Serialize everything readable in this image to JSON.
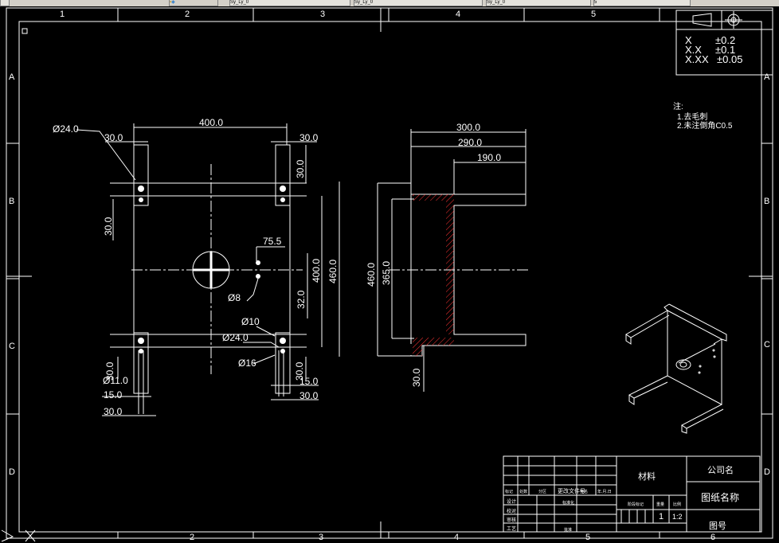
{
  "taskbar": {
    "items": [
      {
        "label": ""
      },
      {
        "label": "Sy_Ly_0"
      },
      {
        "label": "Sy_Ly_0"
      },
      {
        "label": "Sy_Ly_0"
      },
      {
        "label": "5"
      }
    ]
  },
  "frame": {
    "col_top": [
      "1",
      "2",
      "3",
      "4",
      "5"
    ],
    "col_bottom": [
      "2",
      "3",
      "4",
      "5",
      "6"
    ],
    "rows": [
      "A",
      "B",
      "C",
      "D"
    ]
  },
  "tolerance": {
    "rows": [
      {
        "fmt": "X",
        "tol": "±0.2"
      },
      {
        "fmt": "X.X",
        "tol": "±0.1"
      },
      {
        "fmt": "X.XX",
        "tol": "±0.05"
      }
    ]
  },
  "notes": {
    "title": "注:",
    "lines": [
      "1.去毛刺",
      "2.未注倒角C0.5"
    ]
  },
  "front": {
    "dims": {
      "d_24_top": "Ø24.0",
      "w_400": "400.0",
      "w_30_left": "30.0",
      "w_30_right": "30.0",
      "v_30_right": "30.0",
      "v_30_left": "30.0",
      "d_75": "75.5",
      "v_400": "400.0",
      "v_460": "460.0",
      "v_32": "32.0",
      "d_8": "Ø8",
      "d_10": "Ø10",
      "d_24_bot": "Ø24.0",
      "d_16": "Ø16",
      "v_30_bl": "30.0",
      "d_11": "Ø11.0",
      "w_15_l": "15.0",
      "w_30_bl": "30.0",
      "v_30_br": "30.0",
      "w_15_r": "15.0",
      "w_30_br": "30.0"
    }
  },
  "side": {
    "dims": {
      "w_300": "300.0",
      "w_290": "290.0",
      "w_190": "190.0",
      "v_460": "460.0",
      "v_365": "365.0",
      "v_30": "30.0"
    }
  },
  "title_block": {
    "material": "材料",
    "company": "公司名",
    "drawing_name": "图纸名称",
    "drawing_no": "图号",
    "qty": "1",
    "scale": "1:2",
    "left_labels": [
      "设计",
      "校对",
      "审核",
      "工艺"
    ],
    "small_labels": [
      "标记",
      "处数",
      "分区",
      "更改文件号",
      "签名",
      "年.月.日",
      "标准化",
      "批准",
      "阶段标记",
      "重量",
      "比例"
    ]
  }
}
